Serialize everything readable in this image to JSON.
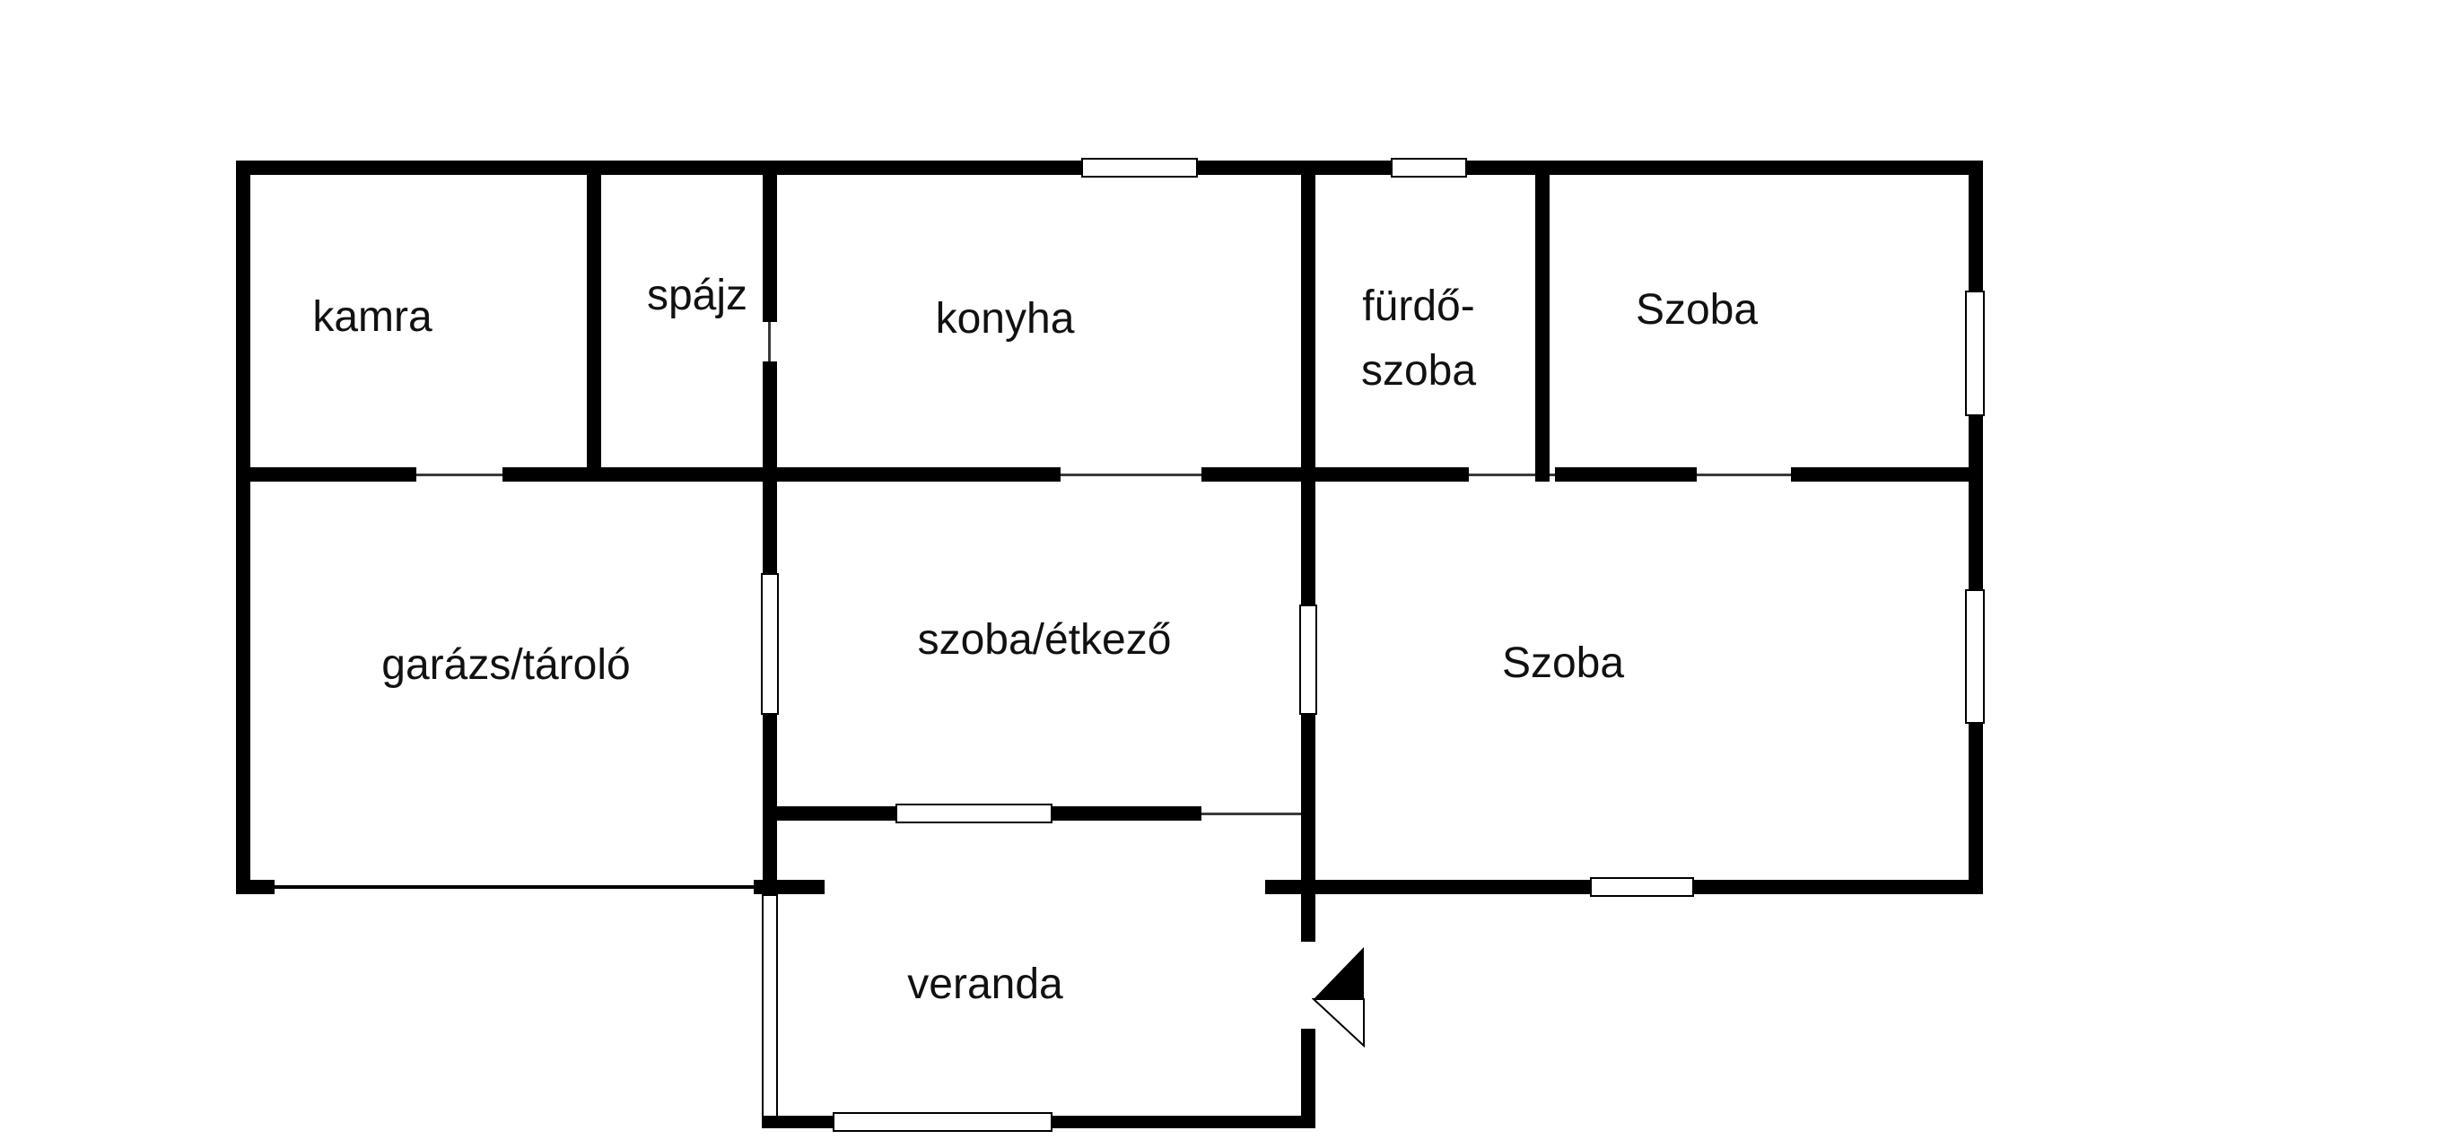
{
  "diagram": {
    "type": "floor-plan",
    "language": "hu",
    "rooms": [
      {
        "id": "kamra",
        "label": "kamra"
      },
      {
        "id": "spajz",
        "label": "spájz"
      },
      {
        "id": "konyha",
        "label": "konyha"
      },
      {
        "id": "furdoszoba",
        "label_line1": "fürdő-",
        "label_line2": "szoba"
      },
      {
        "id": "szoba-top",
        "label": "Szoba"
      },
      {
        "id": "garazs",
        "label": "garázs/tároló"
      },
      {
        "id": "etkezo",
        "label": "szoba/étkező"
      },
      {
        "id": "szoba-right",
        "label": "Szoba"
      },
      {
        "id": "veranda",
        "label": "veranda"
      }
    ],
    "colors": {
      "wall": "#000000",
      "background": "#ffffff",
      "text": "#111111"
    }
  }
}
